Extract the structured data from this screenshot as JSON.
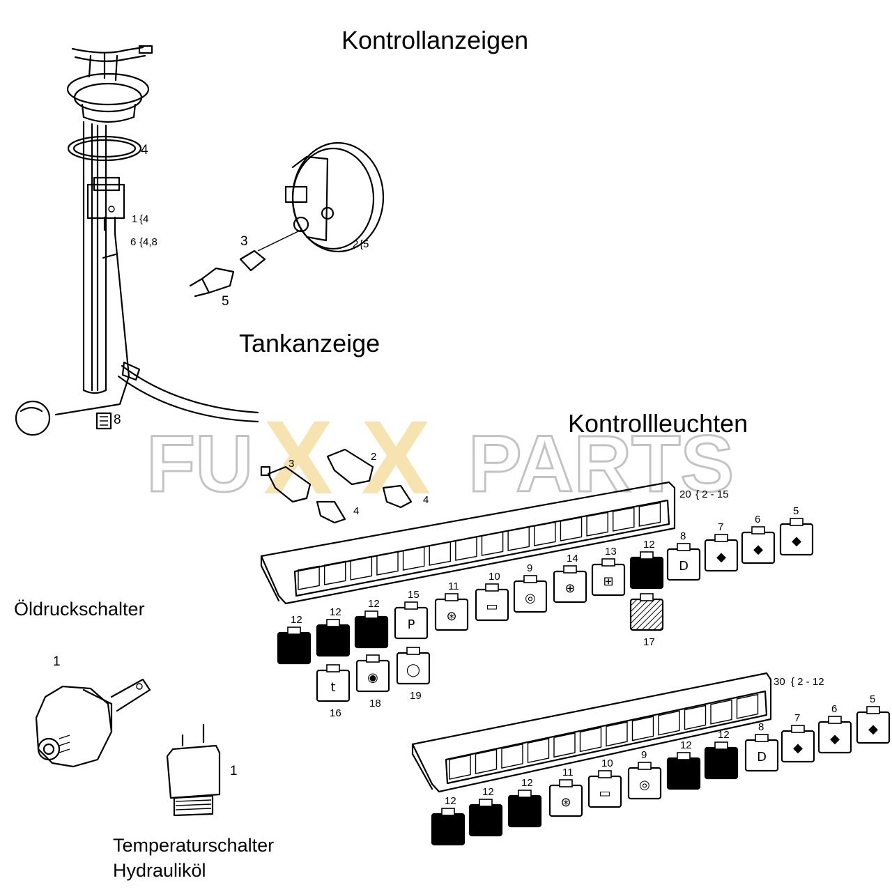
{
  "headings": {
    "kontrollanzeigen": "Kontrollanzeigen",
    "tankanzeige": "Tankanzeige",
    "kontrollleuchten": "Kontrollleuchten",
    "oeldruckschalter": "Öldruckschalter",
    "temperaturschalter_line1": "Temperaturschalter",
    "temperaturschalter_line2": "Hydrauliköl"
  },
  "watermark": {
    "left": "FU",
    "x1": "X",
    "x2": "X",
    "right": "PARTS",
    "color_gray": "#c8c8c8",
    "color_x": "#f6dca0"
  },
  "part_labels": {
    "tank_4": "4",
    "tank_1": "1",
    "tank_1_ref": "{4",
    "tank_6": "6",
    "tank_6_ref": "{4,8",
    "tank_8": "8",
    "gauge_3": "3",
    "gauge_5": "5",
    "gauge_2": "2",
    "gauge_2_ref": "{5",
    "bulb_3": "3",
    "bulb_2": "2",
    "bulb_4a": "4",
    "bulb_4b": "4",
    "panel1_ref": "20",
    "panel1_range": "{ 2 - 15",
    "panel2_ref": "30",
    "panel2_range": "{ 2 - 12",
    "switch_oil": "1",
    "switch_temp": "1"
  },
  "panel1_lamps": [
    {
      "n": "5",
      "sym": "◆"
    },
    {
      "n": "6",
      "sym": "◆"
    },
    {
      "n": "7",
      "sym": "◆"
    },
    {
      "n": "8",
      "sym": "D"
    },
    {
      "n": "12",
      "sym": ""
    },
    {
      "n": "13",
      "sym": "⊞"
    },
    {
      "n": "14",
      "sym": "⊕"
    },
    {
      "n": "9",
      "sym": "◎"
    },
    {
      "n": "10",
      "sym": "▭"
    },
    {
      "n": "11",
      "sym": "⊛"
    },
    {
      "n": "15",
      "sym": "P"
    },
    {
      "n": "12",
      "sym": ""
    },
    {
      "n": "12",
      "sym": ""
    },
    {
      "n": "12",
      "sym": ""
    },
    {
      "n": "17",
      "sym": ""
    },
    {
      "n": "16",
      "sym": "t"
    },
    {
      "n": "18",
      "sym": "◉"
    },
    {
      "n": "19",
      "sym": "◯"
    }
  ],
  "panel2_lamps": [
    {
      "n": "5",
      "sym": "◆"
    },
    {
      "n": "6",
      "sym": "◆"
    },
    {
      "n": "7",
      "sym": "◆"
    },
    {
      "n": "8",
      "sym": "D"
    },
    {
      "n": "12",
      "sym": ""
    },
    {
      "n": "12",
      "sym": ""
    },
    {
      "n": "9",
      "sym": "◎"
    },
    {
      "n": "10",
      "sym": "▭"
    },
    {
      "n": "11",
      "sym": "⊛"
    },
    {
      "n": "12",
      "sym": ""
    },
    {
      "n": "12",
      "sym": ""
    },
    {
      "n": "12",
      "sym": ""
    }
  ]
}
